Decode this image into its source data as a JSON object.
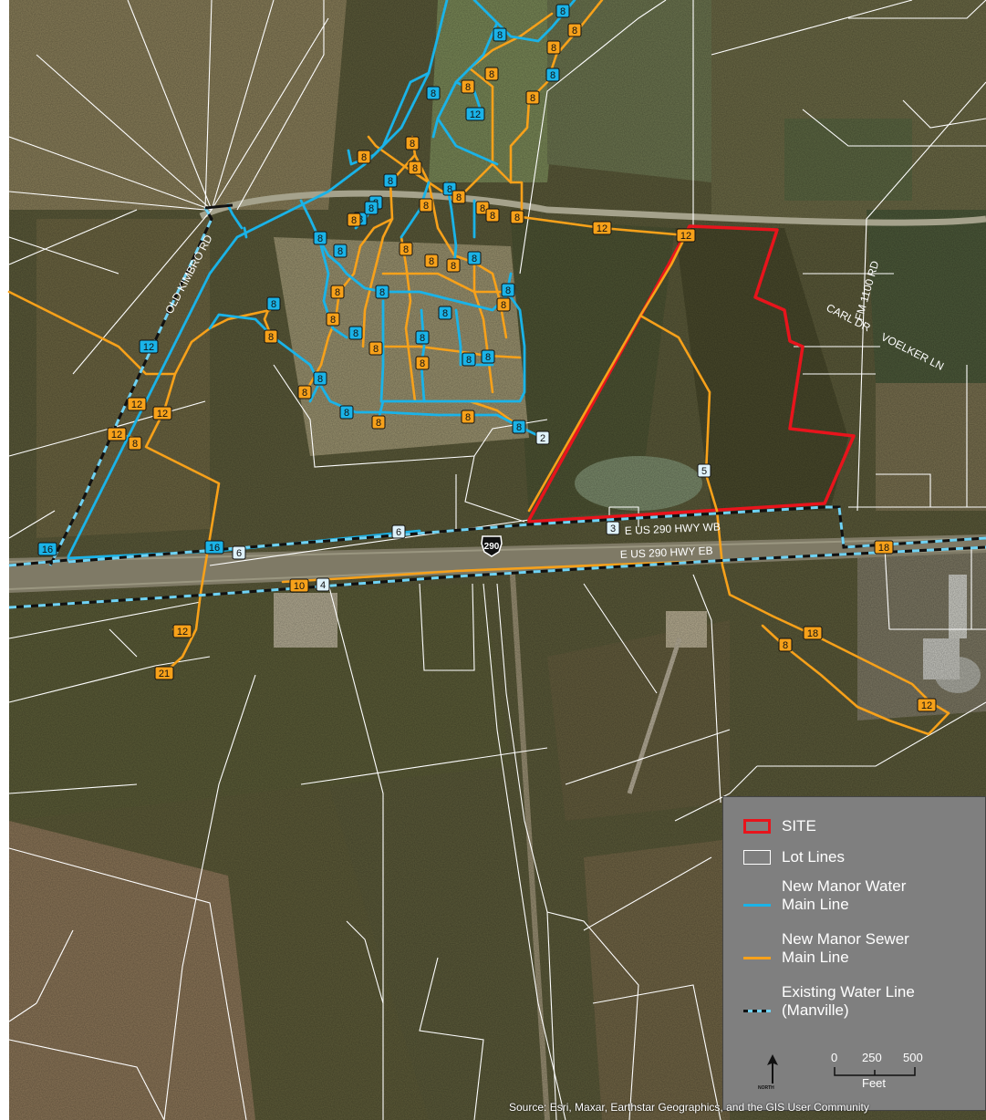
{
  "map": {
    "road_labels": {
      "old_kimbro": "OLD KIMBRO RD",
      "carl_dr": "CARL DR",
      "voelker": "VOELKER LN",
      "fm1100": "FM 1100 RD",
      "us290_wb": "E US 290 HWY WB",
      "us290_eb": "E US 290 HWY EB",
      "shield": "290"
    },
    "pipe_labels": [
      {
        "t": "8",
        "k": "w"
      },
      {
        "t": "8",
        "k": "s"
      },
      {
        "t": "8",
        "k": "w"
      },
      {
        "t": "8",
        "k": "s"
      },
      {
        "t": "8",
        "k": "s"
      },
      {
        "t": "8",
        "k": "s"
      },
      {
        "t": "8",
        "k": "w"
      },
      {
        "t": "8",
        "k": "s"
      },
      {
        "t": "8",
        "k": "w"
      },
      {
        "t": "12",
        "k": "w"
      },
      {
        "t": "8",
        "k": "s"
      },
      {
        "t": "8",
        "k": "s"
      },
      {
        "t": "8",
        "k": "s"
      },
      {
        "t": "8",
        "k": "w"
      },
      {
        "t": "8",
        "k": "w"
      },
      {
        "t": "8",
        "k": "s"
      },
      {
        "t": "8",
        "k": "s"
      },
      {
        "t": "8",
        "k": "w"
      },
      {
        "t": "8",
        "k": "s"
      },
      {
        "t": "8",
        "k": "w"
      },
      {
        "t": "8",
        "k": "s"
      },
      {
        "t": "8",
        "k": "s"
      },
      {
        "t": "8",
        "k": "w"
      },
      {
        "t": "8",
        "k": "s"
      },
      {
        "t": "12",
        "k": "s"
      },
      {
        "t": "12",
        "k": "s"
      },
      {
        "t": "8",
        "k": "w"
      },
      {
        "t": "8",
        "k": "w"
      },
      {
        "t": "8",
        "k": "s"
      },
      {
        "t": "8",
        "k": "s"
      },
      {
        "t": "8",
        "k": "s"
      },
      {
        "t": "8",
        "k": "w"
      },
      {
        "t": "8",
        "k": "w"
      },
      {
        "t": "8",
        "k": "s"
      },
      {
        "t": "8",
        "k": "s"
      },
      {
        "t": "8",
        "k": "w"
      },
      {
        "t": "8",
        "k": "w"
      },
      {
        "t": "8",
        "k": "s"
      },
      {
        "t": "8",
        "k": "w"
      },
      {
        "t": "8",
        "k": "w"
      },
      {
        "t": "8",
        "k": "s"
      },
      {
        "t": "8",
        "k": "s"
      },
      {
        "t": "8",
        "k": "w"
      },
      {
        "t": "8",
        "k": "w"
      },
      {
        "t": "8",
        "k": "s"
      },
      {
        "t": "8",
        "k": "w"
      },
      {
        "t": "8",
        "k": "w"
      },
      {
        "t": "8",
        "k": "s"
      },
      {
        "t": "8",
        "k": "w"
      },
      {
        "t": "8",
        "k": "s"
      },
      {
        "t": "8",
        "k": "s"
      },
      {
        "t": "8",
        "k": "w"
      },
      {
        "t": "2",
        "k": "e"
      },
      {
        "t": "12",
        "k": "w"
      },
      {
        "t": "12",
        "k": "s"
      },
      {
        "t": "12",
        "k": "s"
      },
      {
        "t": "8",
        "k": "s"
      },
      {
        "t": "12",
        "k": "s"
      },
      {
        "t": "5",
        "k": "e"
      },
      {
        "t": "16",
        "k": "w"
      },
      {
        "t": "6",
        "k": "e"
      },
      {
        "t": "16",
        "k": "w"
      },
      {
        "t": "6",
        "k": "e"
      },
      {
        "t": "3",
        "k": "e"
      },
      {
        "t": "10",
        "k": "s"
      },
      {
        "t": "4",
        "k": "e"
      },
      {
        "t": "18",
        "k": "s"
      },
      {
        "t": "12",
        "k": "s"
      },
      {
        "t": "21",
        "k": "s"
      },
      {
        "t": "18",
        "k": "s"
      },
      {
        "t": "8",
        "k": "s"
      },
      {
        "t": "12",
        "k": "s"
      }
    ]
  },
  "legend": {
    "items": [
      {
        "label": "SITE"
      },
      {
        "label": "Lot Lines"
      },
      {
        "label": "New Manor Water\nMain Line"
      },
      {
        "label": "New Manor Sewer\nMain Line"
      },
      {
        "label": "Existing Water Line\n(Manville)"
      }
    ],
    "north_label": "NORTH",
    "scale": {
      "ticks": [
        "0",
        "250",
        "500"
      ],
      "unit": "Feet"
    }
  },
  "source_text": "Source: Esri, Maxar, Earthstar Geographics, and the GIS User Community",
  "colors": {
    "site": "#e8141c",
    "water": "#1ab3e8",
    "sewer": "#f7a11a",
    "existing_dash": "#6fd3f5",
    "lot": "#ffffff"
  }
}
